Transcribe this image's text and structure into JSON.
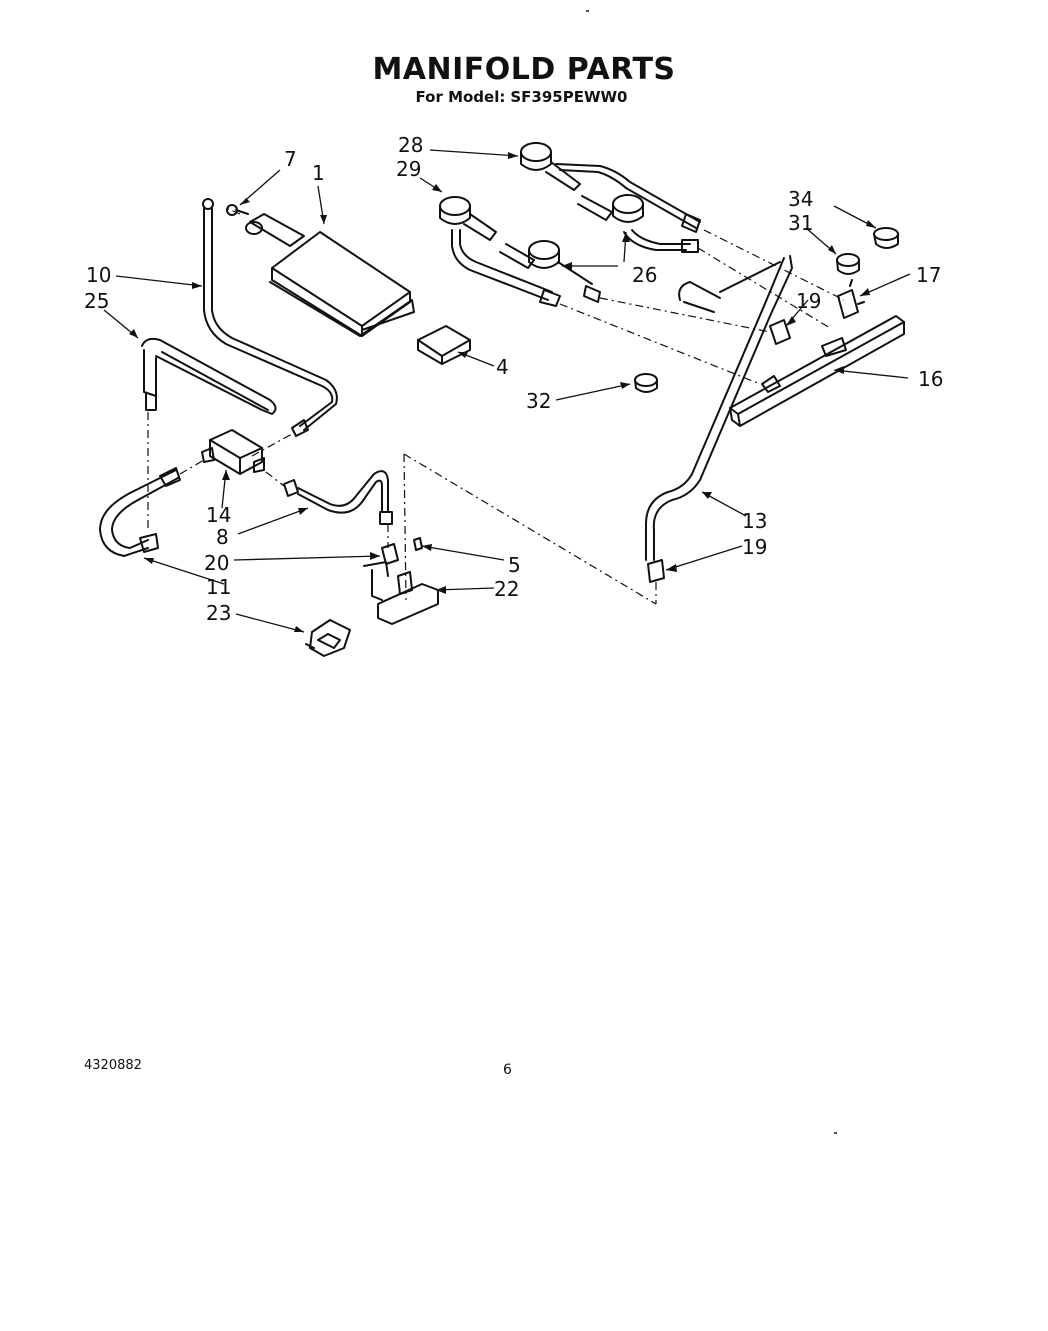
{
  "header": {
    "title": "MANIFOLD PARTS",
    "model_label": "For Model:",
    "model_number": "SF395PEWW0"
  },
  "callouts": [
    "7",
    "1",
    "28",
    "29",
    "34",
    "31",
    "17",
    "10",
    "25",
    "26",
    "19",
    "4",
    "16",
    "32",
    "14",
    "13",
    "8",
    "19",
    "5",
    "20",
    "22",
    "11",
    "23"
  ],
  "footer": {
    "doc_number": "4320882",
    "page_number": "6"
  }
}
